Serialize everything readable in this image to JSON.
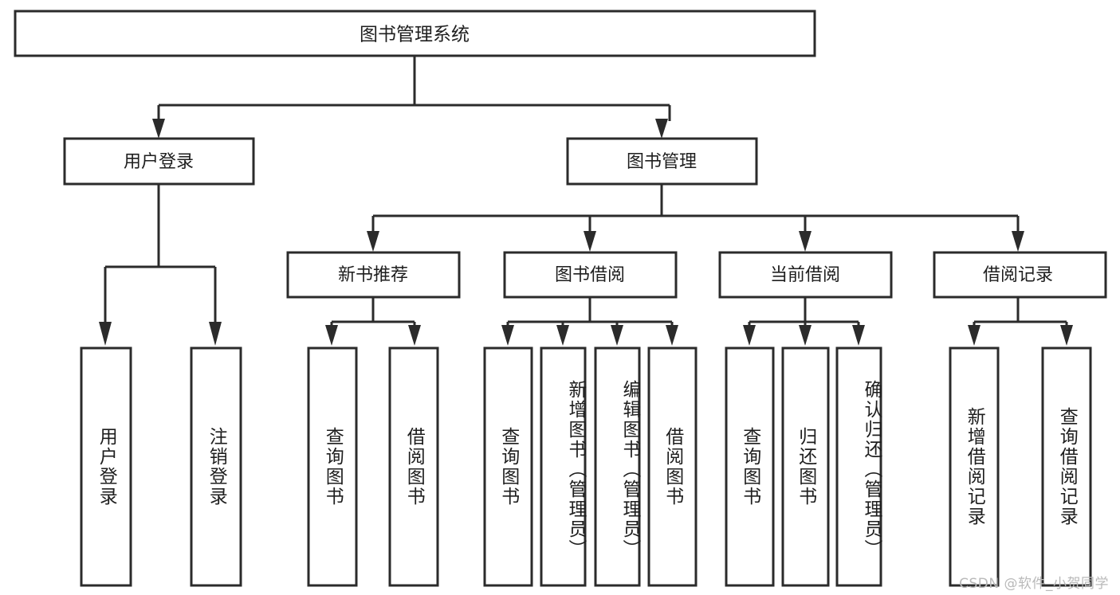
{
  "diagram": {
    "type": "tree-hierarchy",
    "title": "图书管理系统",
    "background_color": "#ffffff",
    "stroke_color": "#2b2b2b",
    "text_color": "#1e1e1e",
    "watermark": "CSDN @软件_小贺同学",
    "root": {
      "label": "图书管理系统"
    },
    "level2": [
      {
        "label": "用户登录"
      },
      {
        "label": "图书管理"
      }
    ],
    "level3": [
      {
        "label": "新书推荐"
      },
      {
        "label": "图书借阅"
      },
      {
        "label": "当前借阅"
      },
      {
        "label": "借阅记录"
      }
    ],
    "leaves": {
      "user_login": [
        {
          "label": "用户登录"
        },
        {
          "label": "注销登录"
        }
      ],
      "new_book_recommend": [
        {
          "label": "查询图书"
        },
        {
          "label": "借阅图书"
        }
      ],
      "book_borrow": [
        {
          "label": "查询图书"
        },
        {
          "label": "新增图书（管理员）"
        },
        {
          "label": "编辑图书（管理员）"
        },
        {
          "label": "借阅图书"
        }
      ],
      "current_borrow": [
        {
          "label": "查询图书"
        },
        {
          "label": "归还图书"
        },
        {
          "label": "确认归还（管理员）"
        }
      ],
      "borrow_record": [
        {
          "label": "新增借阅记录"
        },
        {
          "label": "查询借阅记录"
        }
      ]
    }
  }
}
